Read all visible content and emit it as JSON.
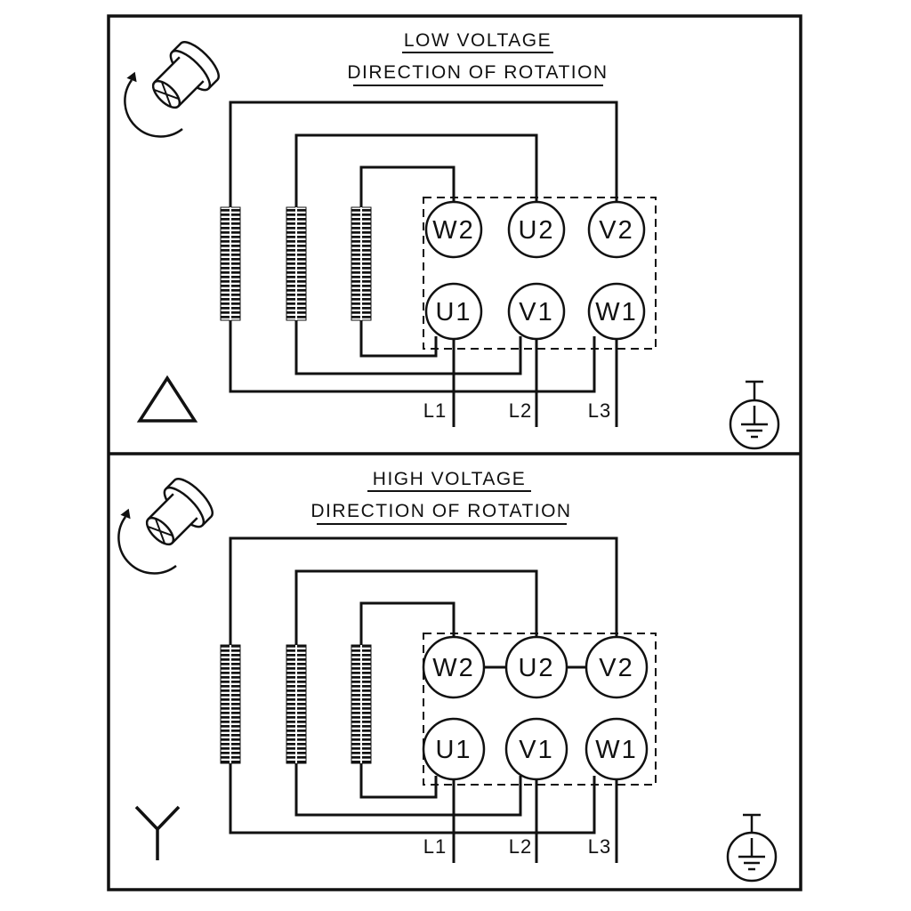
{
  "page": {
    "background": "#ffffff",
    "ink_color": "#111111",
    "description": "Motor winding wiring diagram with low voltage (delta) and high voltage (star) connection panels"
  },
  "panels": [
    {
      "id": "low-voltage",
      "title": "LOW VOLTAGE",
      "subtitle": "DIRECTION OF ROTATION",
      "connection_symbol": "delta",
      "terminals_top": [
        "W2",
        "U2",
        "V2"
      ],
      "terminals_bottom": [
        "U1",
        "V1",
        "W1"
      ],
      "line_labels": [
        "L1",
        "L2",
        "L3"
      ],
      "icons": [
        "motor-shaft-rotation-arrow",
        "delta-connection",
        "earth-ground"
      ]
    },
    {
      "id": "high-voltage",
      "title": "HIGH VOLTAGE",
      "subtitle": "DIRECTION OF ROTATION",
      "connection_symbol": "star",
      "terminals_top": [
        "W2",
        "U2",
        "V2"
      ],
      "terminals_bottom": [
        "U1",
        "V1",
        "W1"
      ],
      "line_labels": [
        "L1",
        "L2",
        "L3"
      ],
      "icons": [
        "motor-shaft-rotation-arrow",
        "star-connection",
        "earth-ground"
      ]
    }
  ]
}
